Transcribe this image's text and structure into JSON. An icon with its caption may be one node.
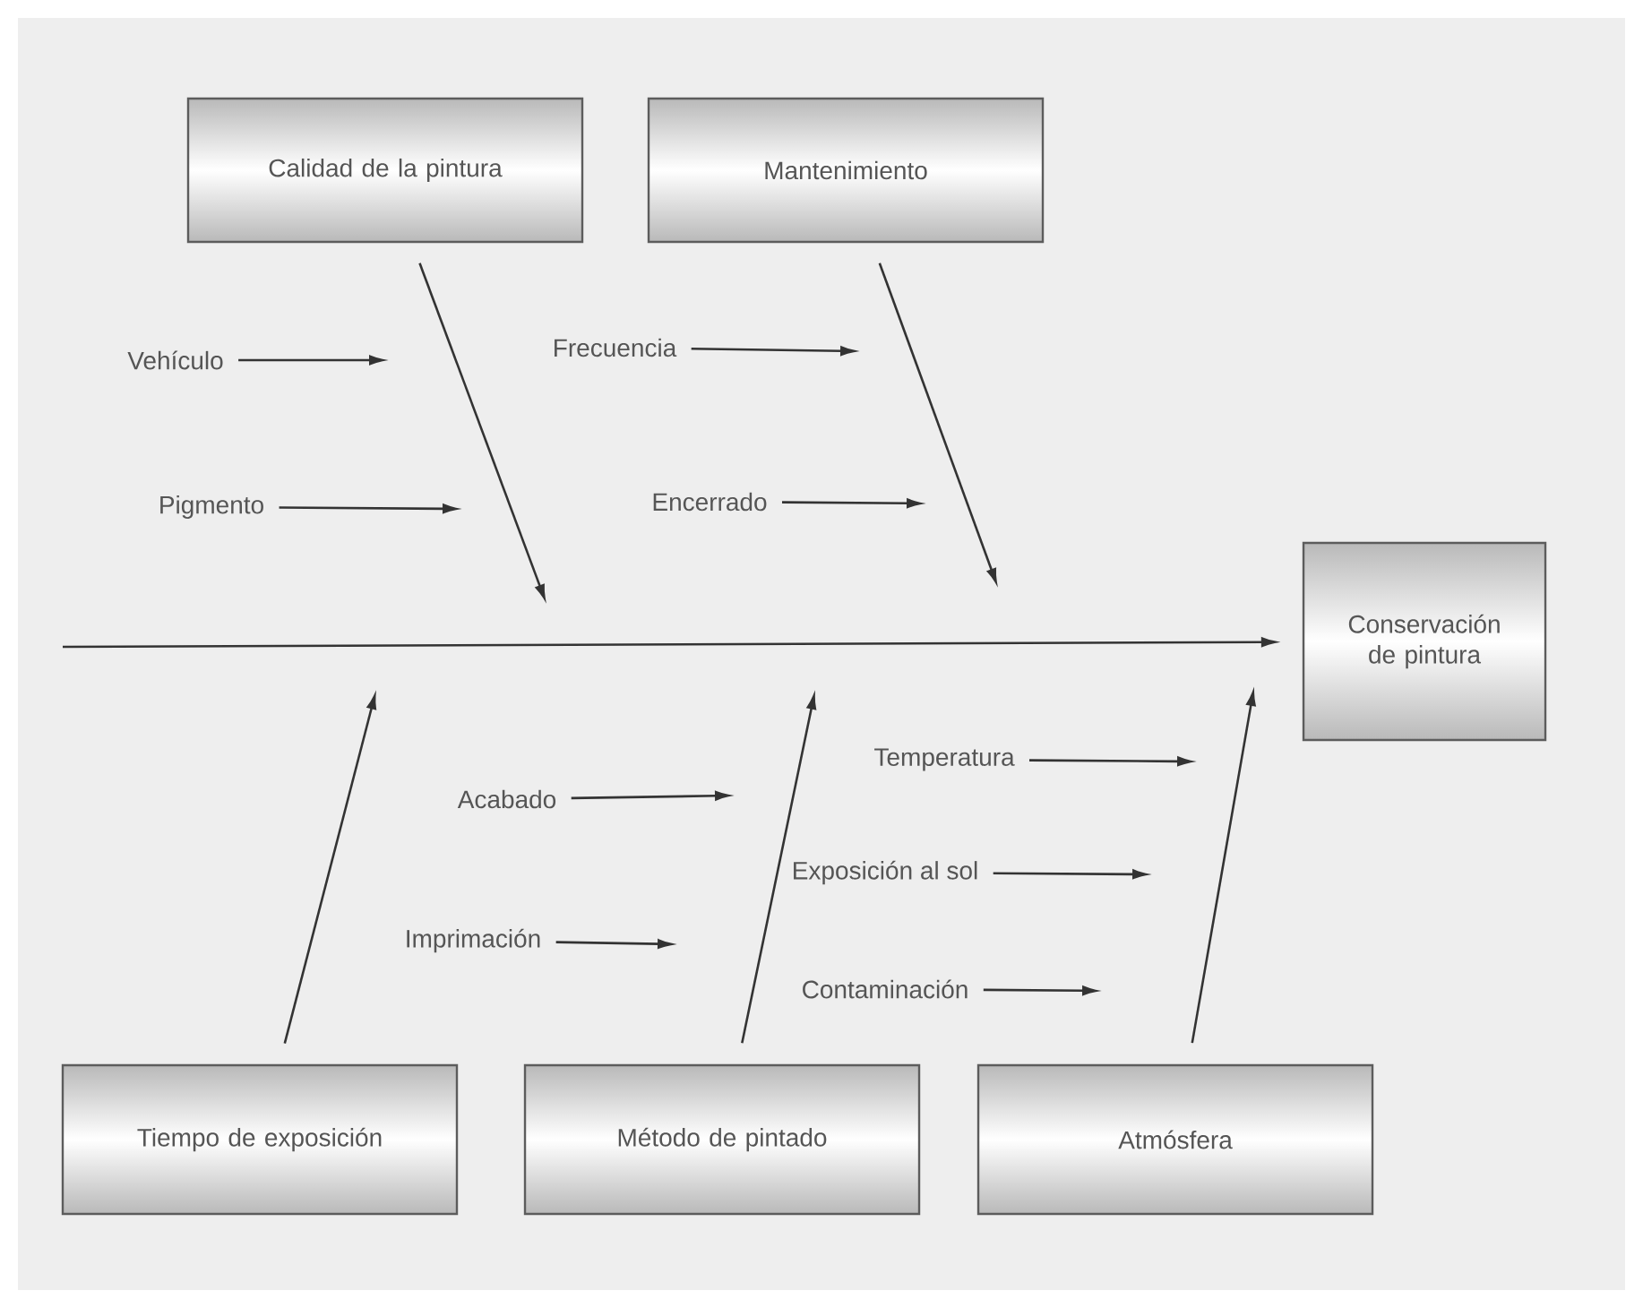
{
  "diagram": {
    "nodes": [
      {
        "text": [
          "Calidad de la pintura"
        ]
      },
      {
        "text": [
          "Mantenimiento"
        ]
      },
      {
        "text": [
          "Vehículo"
        ]
      },
      {
        "text": [
          "Frecuencia"
        ]
      },
      {
        "text": [
          "Pigmento"
        ]
      },
      {
        "text": [
          "Encerrado"
        ]
      },
      {
        "text": [
          "Conservación de pintura"
        ]
      },
      {
        "text": [
          "Temperatura"
        ]
      },
      {
        "text": [
          "Acabado"
        ]
      },
      {
        "text": [
          "Exposición al sol"
        ]
      },
      {
        "text": [
          "Imprimación"
        ]
      },
      {
        "text": [
          "Contaminación"
        ]
      },
      {
        "text": [
          "Tiempo de exposición"
        ]
      },
      {
        "text": [
          "Método de pintado"
        ]
      },
      {
        "text": [
          "Atmósfera"
        ]
      }
    ],
    "edges": [
      {
        "from": 0,
        "to": null,
        "arrow": "to"
      },
      {
        "from": 1,
        "to": null,
        "arrow": "to"
      },
      {
        "from": 2,
        "to": null,
        "arrow": "to"
      },
      {
        "from": 3,
        "to": null,
        "arrow": "to"
      },
      {
        "from": 4,
        "to": null,
        "arrow": "to"
      },
      {
        "from": 5,
        "to": null,
        "arrow": "to"
      },
      {
        "from": null,
        "to": 6,
        "arrow": "to"
      },
      {
        "from": 7,
        "to": null,
        "arrow": "to"
      },
      {
        "from": 8,
        "to": null,
        "arrow": "to"
      },
      {
        "from": 9,
        "to": null,
        "arrow": "to"
      },
      {
        "from": 10,
        "to": null,
        "arrow": "to"
      },
      {
        "from": 11,
        "to": null,
        "arrow": "to"
      },
      {
        "from": 12,
        "to": null,
        "arrow": "to"
      },
      {
        "from": 13,
        "to": null,
        "arrow": "to"
      },
      {
        "from": 14,
        "to": null,
        "arrow": "to"
      }
    ]
  }
}
